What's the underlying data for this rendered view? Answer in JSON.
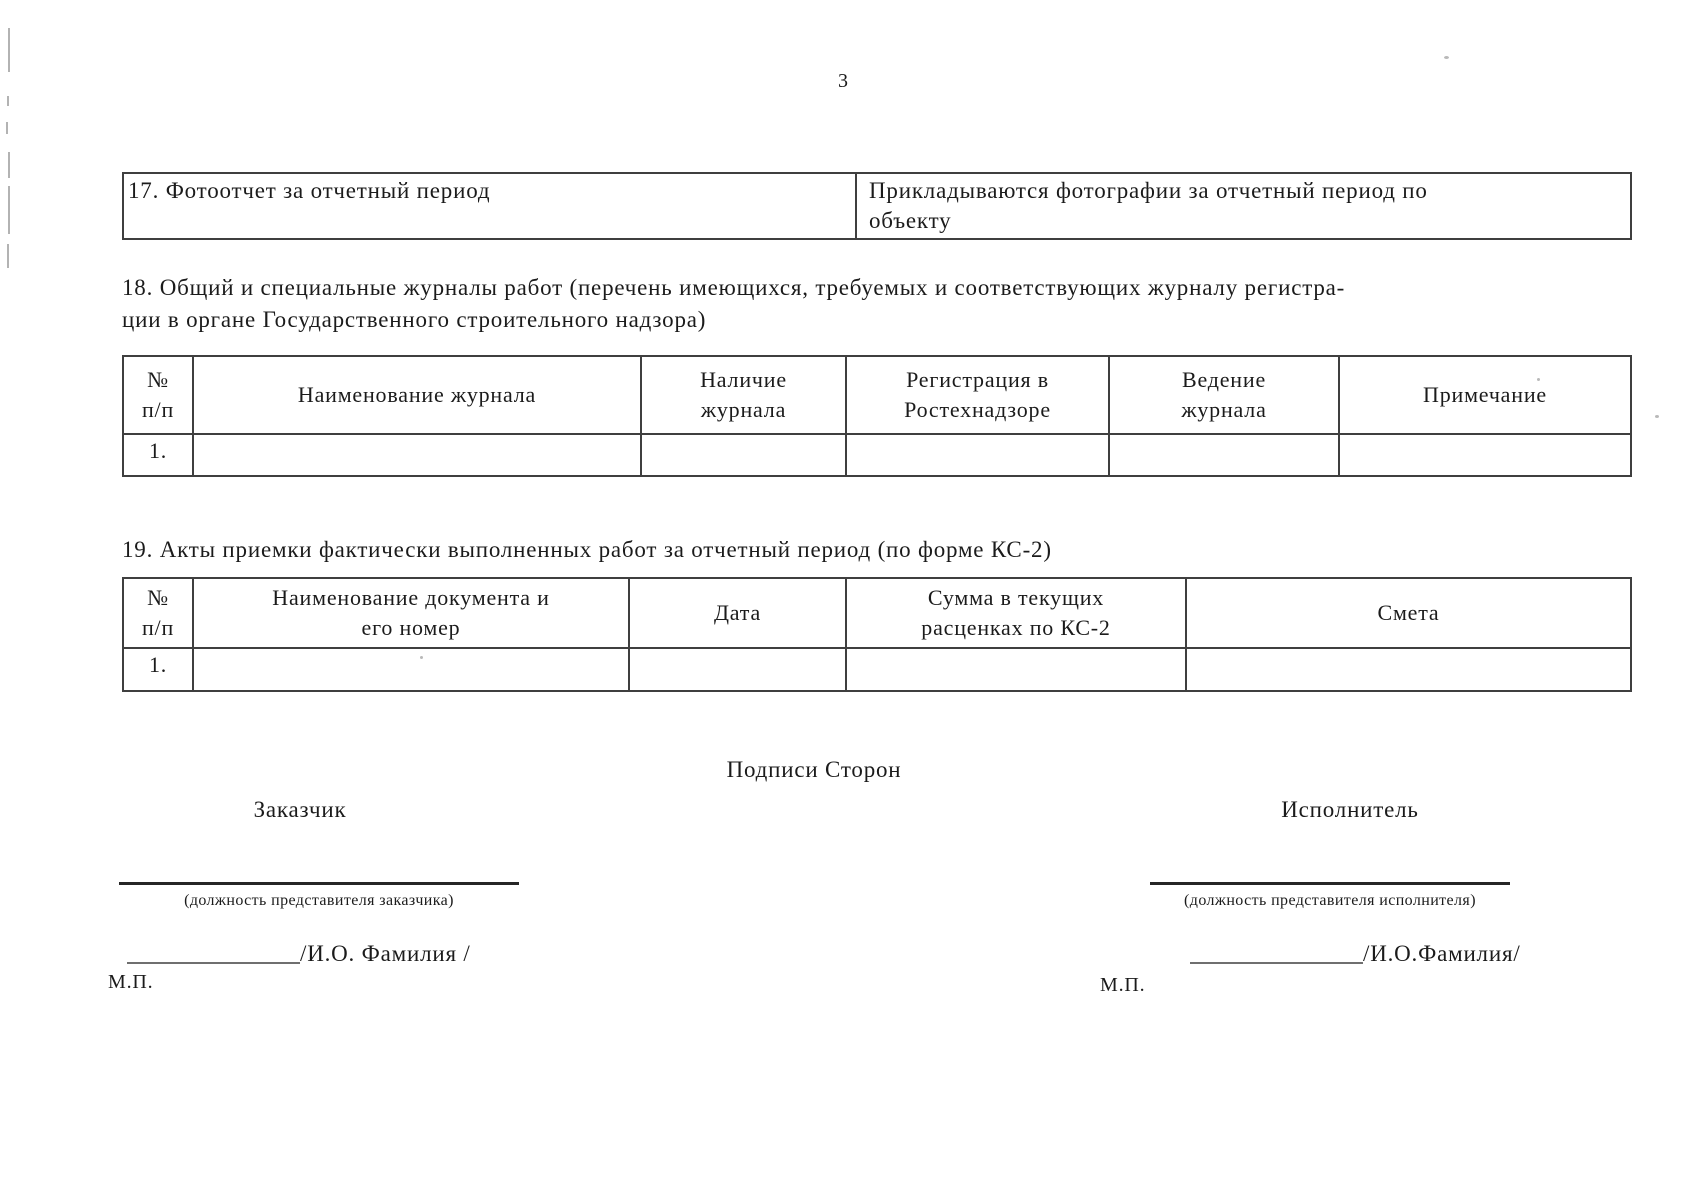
{
  "page": {
    "number": "3"
  },
  "row17": {
    "label": "17. Фотоотчет за отчетный период",
    "value": "Прикладываются фотографии за отчетный период по\nобъекту"
  },
  "section18": {
    "heading_line1": "18. Общий и специальные журналы работ (перечень имеющихся, требуемых и соответствующих журналу регистра-",
    "heading_line2": "ции в органе Государственного строительного надзора)",
    "table": {
      "headers": [
        "№\nп/п",
        "Наименование журнала",
        "Наличие\nжурнала",
        "Регистрация в\nРостехнадзоре",
        "Ведение\nжурнала",
        "Примечание"
      ],
      "rows": [
        [
          "1.",
          "",
          "",
          "",
          "",
          ""
        ]
      ]
    }
  },
  "section19": {
    "heading": "19. Акты приемки фактически выполненных работ за отчетный период (по форме КС-2)",
    "table": {
      "headers": [
        "№\nп/п",
        "Наименование документа и\nего номер",
        "Дата",
        "Сумма в текущих\nрасценках по КС-2",
        "Смета"
      ],
      "rows": [
        [
          "1.",
          "",
          "",
          "",
          ""
        ]
      ]
    }
  },
  "signatures": {
    "title": "Подписи Сторон",
    "customer": {
      "party": "Заказчик",
      "position_caption": "(должность представителя заказчика)",
      "name_line": "/И.О. Фамилия /",
      "stamp": "М.П."
    },
    "contractor": {
      "party": "Исполнитель",
      "position_caption": "(должность представителя исполнителя)",
      "name_line": "/И.О.Фамилия/",
      "stamp": "М.П."
    }
  }
}
